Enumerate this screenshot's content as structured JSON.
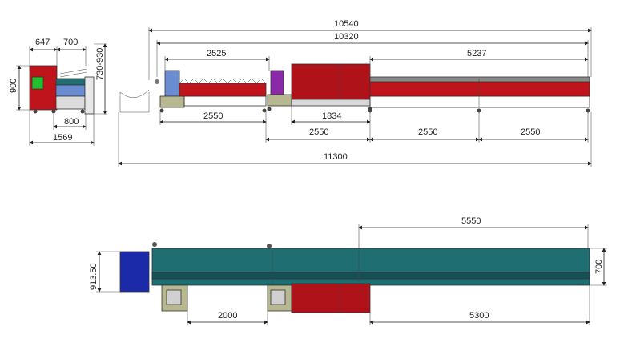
{
  "colors": {
    "frame_red": "#c0141c",
    "oven_red": "#b0121a",
    "teal": "#1f6e72",
    "blue": "#1a2aa8",
    "light_blue": "#6a8cd0",
    "purple": "#8a2aa8",
    "olive": "#b8b890",
    "green": "#22c030",
    "gray": "#7a7a7a",
    "dark": "#222222"
  },
  "icons": {
    "wheel": "circle-wheel-icon",
    "motor": "motor-icon"
  },
  "dimensions": {
    "side_view": {
      "d647": "647",
      "d700": "700",
      "d730_930": "730-930",
      "d900": "900",
      "d800": "800",
      "d1569": "1569"
    },
    "front_view": {
      "d10540": "10540",
      "d10320": "10320",
      "d2525": "2525",
      "d5237": "5237",
      "d2550_a": "2550",
      "d1834": "1834",
      "d2550_b": "2550",
      "d2550_c": "2550",
      "d2550_d": "2550",
      "d11300": "11300"
    },
    "top_view": {
      "d5550": "5550",
      "d913_50": "913.50",
      "d700": "700",
      "d2000": "2000",
      "d5300": "5300"
    }
  }
}
